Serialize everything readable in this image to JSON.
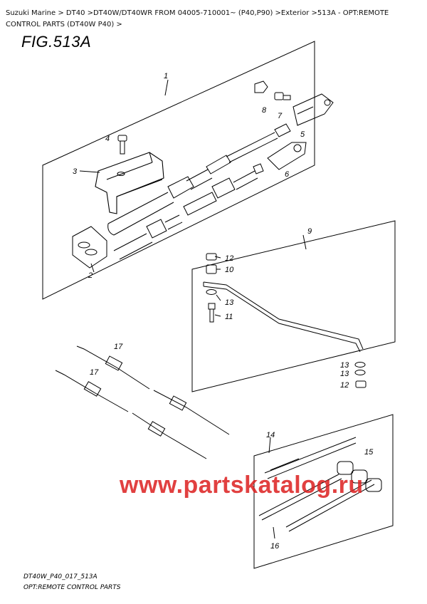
{
  "breadcrumb": "Suzuki Marine > DT40 >DT40W/DT40WR FROM 04005-710001~ (P40,P90) >Exterior >513A - OPT:REMOTE CONTROL PARTS (DT40W P40) >",
  "figure_title": "FIG.513A",
  "callouts": {
    "c1": "1",
    "c2": "2",
    "c3": "3",
    "c4": "4",
    "c5": "5",
    "c6": "6",
    "c7": "7",
    "c8": "8",
    "c9": "9",
    "c10": "10",
    "c11": "11",
    "c12a": "12",
    "c12b": "12",
    "c13a": "13",
    "c13b": "13",
    "c13c": "13",
    "c14": "14",
    "c15": "15",
    "c16": "16",
    "c17a": "17",
    "c17b": "17"
  },
  "footer": {
    "code": "DT40W_P40_017_513A",
    "caption": "OPT:REMOTE CONTROL PARTS"
  },
  "watermark": "www.partskatalog.ru",
  "colors": {
    "watermark": "#dc1e1e",
    "ink": "#000000"
  }
}
